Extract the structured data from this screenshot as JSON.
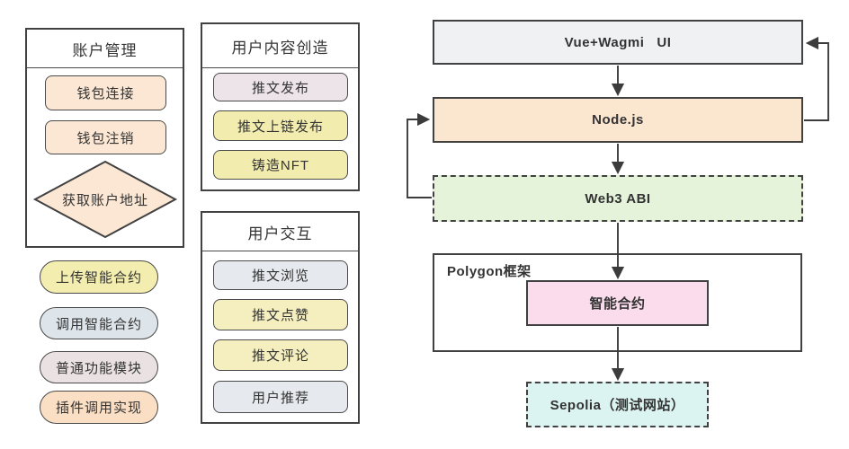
{
  "left_panel": {
    "account_group": {
      "title": "账户管理",
      "items": [
        {
          "label": "钱包连接"
        },
        {
          "label": "钱包注销"
        }
      ],
      "diamond": {
        "label": "获取账户地址"
      }
    },
    "pills": [
      {
        "label": "上传智能合约",
        "color": "#f3eeb0"
      },
      {
        "label": "调用智能合约",
        "color": "#dde4ea"
      },
      {
        "label": "普通功能模块",
        "color": "#eae1e3"
      },
      {
        "label": "插件调用实现",
        "color": "#fbdfc5"
      }
    ]
  },
  "middle_panel": {
    "content_group": {
      "title": "用户内容创造",
      "items": [
        {
          "label": "推文发布"
        },
        {
          "label": "推文上链发布"
        },
        {
          "label": "铸造NFT"
        }
      ]
    },
    "interaction_group": {
      "title": "用户交互",
      "items": [
        {
          "label": "推文浏览"
        },
        {
          "label": "推文点赞"
        },
        {
          "label": "推文评论"
        },
        {
          "label": "用户推荐"
        }
      ]
    }
  },
  "right_flow": {
    "nodes": {
      "vue_ui": {
        "label": "Vue+Wagmi   UI",
        "color": "#f0f1f3"
      },
      "nodejs": {
        "label": "Node.js",
        "color": "#fbe6d0"
      },
      "web3_abi": {
        "label": "Web3 ABI",
        "color": "#e4f3da"
      },
      "polygon_frame": {
        "label": "Polygon框架",
        "color": "#ffffff"
      },
      "smart_contract": {
        "label": "智能合约",
        "color": "#fadcec"
      },
      "sepolia": {
        "label": "Sepolia（测试网站）",
        "color": "#dcf4f1"
      }
    },
    "edges": [
      "vue_ui -> nodejs",
      "nodejs -> web3_abi",
      "web3_abi -> smart_contract",
      "smart_contract -> sepolia",
      "nodejs -> vue_ui (right loop)",
      "web3_abi -> nodejs (left loop)"
    ]
  },
  "colors": {
    "border_dark": "#414141",
    "arrow": "#3c3c3c",
    "peach": "#fbe7d3",
    "yellow": "#f2edae",
    "pale_yellow": "#f5efc0",
    "blue_gray": "#e6e9ed",
    "pink_gray": "#eae1e3",
    "lavender": "#ece4e8",
    "light_gray": "#f0f1f3",
    "green": "#e4f3da",
    "pink": "#fadcec",
    "cyan": "#dcf4f1"
  }
}
